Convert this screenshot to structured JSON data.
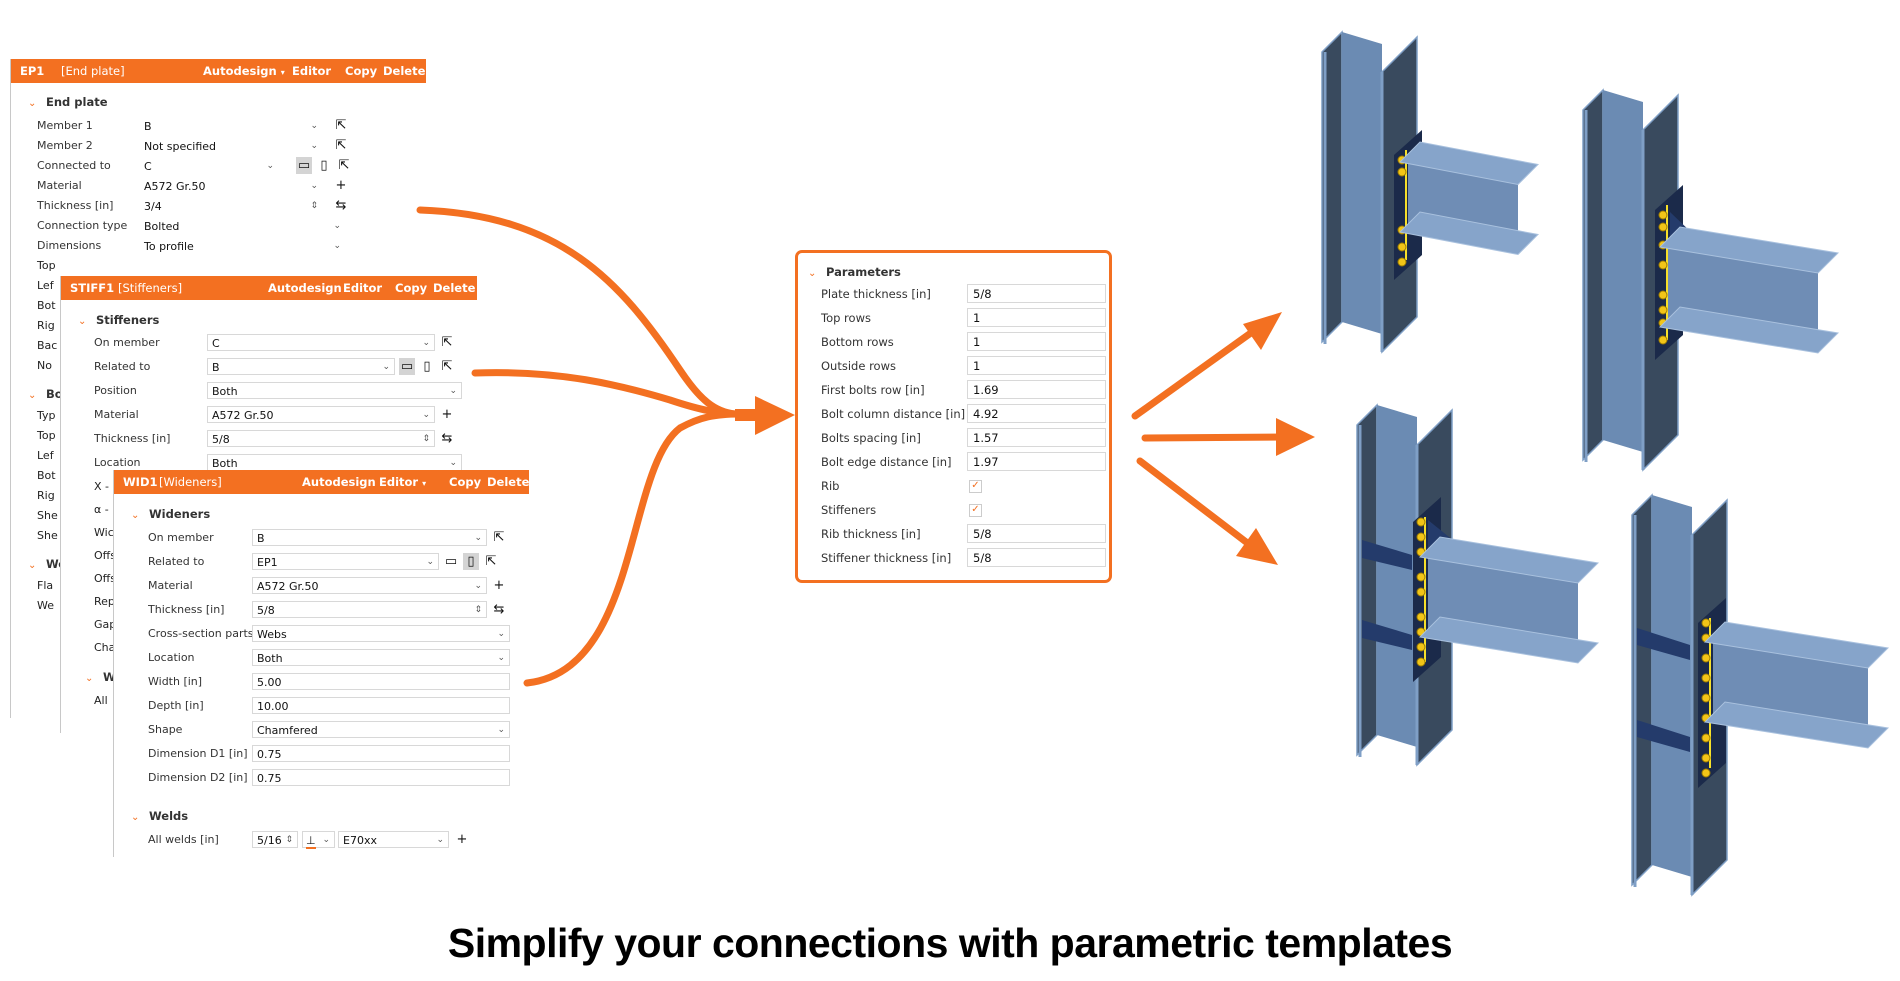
{
  "colors": {
    "accent": "#f37021",
    "steel_light": "#7f9fc6",
    "steel_dark": "#394a5e",
    "plate": "#1b2a4a",
    "bolt": "#f2c518",
    "weld": "#f7e02a"
  },
  "ep1": {
    "id": "EP1",
    "type": "[End plate]",
    "actions": {
      "autodesign": "Autodesign",
      "autodesign_caret": "▾",
      "editor": "Editor",
      "copy": "Copy",
      "delete": "Delete"
    },
    "section": "End plate",
    "rows": [
      {
        "label": "Member 1",
        "value": "B"
      },
      {
        "label": "Member 2",
        "value": "Not specified"
      },
      {
        "label": "Connected to",
        "value": "C"
      },
      {
        "label": "Material",
        "value": "A572 Gr.50"
      },
      {
        "label": "Thickness [in]",
        "value": "3/4"
      },
      {
        "label": "Connection type",
        "value": "Bolted"
      },
      {
        "label": "Dimensions",
        "value": "To profile"
      }
    ],
    "hidden_labels": [
      "Top",
      "Lef",
      "Bot",
      "Rig",
      "Bac",
      "No"
    ],
    "section2": "Bo",
    "hidden_labels2": [
      "Typ",
      "Top",
      "Lef",
      "Bot",
      "Rig",
      "She",
      "She"
    ],
    "section3": "We",
    "hidden_labels3": [
      "Fla",
      "We"
    ]
  },
  "stiff1": {
    "id": "STIFF1",
    "type": "[Stiffeners]",
    "actions": {
      "autodesign": "Autodesign",
      "editor": "Editor",
      "copy": "Copy",
      "delete": "Delete"
    },
    "section": "Stiffeners",
    "rows": [
      {
        "label": "On member",
        "value": "C"
      },
      {
        "label": "Related to",
        "value": "B"
      },
      {
        "label": "Position",
        "value": "Both"
      },
      {
        "label": "Material",
        "value": "A572 Gr.50"
      },
      {
        "label": "Thickness [in]",
        "value": "5/8"
      },
      {
        "label": "Location",
        "value": "Both"
      }
    ],
    "hidden_labels": [
      "X -",
      "α -",
      "Wic",
      "Offs",
      "Offs",
      "Rep",
      "Gap",
      "Cha"
    ],
    "section2": "We",
    "hidden_labels2": [
      "All"
    ]
  },
  "wid1": {
    "id": "WID1",
    "type": "[Wideners]",
    "actions": {
      "autodesign": "Autodesign",
      "editor": "Editor",
      "editor_caret": "▾",
      "copy": "Copy",
      "delete": "Delete"
    },
    "section": "Wideners",
    "rows": [
      {
        "label": "On member",
        "value": "B"
      },
      {
        "label": "Related to",
        "value": "EP1"
      },
      {
        "label": "Material",
        "value": "A572 Gr.50"
      },
      {
        "label": "Thickness [in]",
        "value": "5/8"
      },
      {
        "label": "Cross-section parts",
        "value": "Webs"
      },
      {
        "label": "Location",
        "value": "Both"
      },
      {
        "label": "Width [in]",
        "value": "5.00"
      },
      {
        "label": "Depth [in]",
        "value": "10.00"
      },
      {
        "label": "Shape",
        "value": "Chamfered"
      },
      {
        "label": "Dimension D1 [in]",
        "value": "0.75"
      },
      {
        "label": "Dimension D2 [in]",
        "value": "0.75"
      }
    ],
    "welds_section": "Welds",
    "welds": {
      "label": "All welds [in]",
      "size": "5/16",
      "material": "E70xx"
    }
  },
  "parameters": {
    "title": "Parameters",
    "rows": [
      {
        "label": "Plate thickness [in]",
        "value": "5/8"
      },
      {
        "label": "Top rows",
        "value": "1"
      },
      {
        "label": "Bottom rows",
        "value": "1"
      },
      {
        "label": "Outside rows",
        "value": "1"
      },
      {
        "label": "First bolts row [in]",
        "value": "1.69"
      },
      {
        "label": "Bolt column distance [in]",
        "value": "4.92"
      },
      {
        "label": "Bolts spacing [in]",
        "value": "1.57"
      },
      {
        "label": "Bolt edge distance [in]",
        "value": "1.97"
      },
      {
        "label": "Rib",
        "checked": true
      },
      {
        "label": "Stiffeners",
        "checked": true
      },
      {
        "label": "Rib thickness [in]",
        "value": "5/8"
      },
      {
        "label": "Stiffener thickness [in]",
        "value": "5/8"
      }
    ]
  },
  "icons": {
    "chevron": "⌄",
    "dropdown": "﹀",
    "pick": "pointer-arrow-icon",
    "plus": "+",
    "swap": "⇆",
    "spinner": "⇕",
    "check": "✓"
  },
  "caption": "Simplify your connections with parametric templates"
}
